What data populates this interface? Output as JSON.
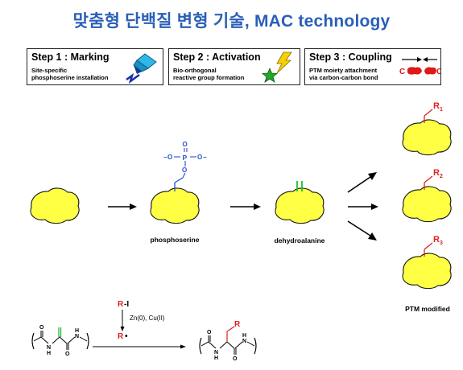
{
  "title": "맞춤형 단백질 변형 기술, MAC technology",
  "steps": [
    {
      "title": "Step 1 : Marking",
      "desc_line1": "Site-specific",
      "desc_line2": "phosphoserine installation",
      "icon": "marker-pen-icon"
    },
    {
      "title": "Step 2 : Activation",
      "desc_line1": "Bio-orthogonal",
      "desc_line2": "reactive group formation",
      "icon": "lightning-star-icon"
    },
    {
      "title": "Step 3 : Coupling",
      "desc_line1": "PTM moiety attachment",
      "desc_line2": "via carbon-carbon bond",
      "icon": "coupling-arrows-icon",
      "c_left": "C",
      "c_right": "C"
    }
  ],
  "labels": {
    "phosphoserine": "phosphoserine",
    "dehydroalanine": "dehydroalanine",
    "ptm_modified": "PTM modified"
  },
  "phosphate": {
    "p": "P",
    "o": "O",
    "o_minus": "O",
    "minus": "−"
  },
  "r_groups": [
    {
      "letter": "R",
      "sub": "1"
    },
    {
      "letter": "R",
      "sub": "2"
    },
    {
      "letter": "R",
      "sub": "3"
    }
  ],
  "reaction": {
    "reagent_r": "R",
    "reagent_rest": "-I",
    "conditions": "Zn(0), Cu(II)",
    "radical_r": "R",
    "radical_dot": "•",
    "product_r": "R",
    "atom_n": "N",
    "atom_h": "H",
    "atom_o": "O"
  },
  "colors": {
    "title_blue": "#2a5fb8",
    "protein_yellow": "#ffff44",
    "r_red": "#e02020",
    "phosphate_blue": "#2a4fd0",
    "alkene_green": "#22bb33"
  }
}
